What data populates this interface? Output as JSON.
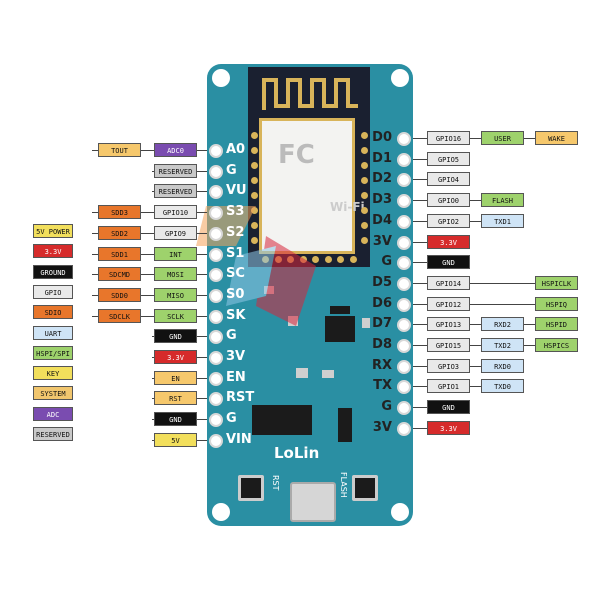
{
  "colors": {
    "board": "#2a8fa3",
    "gpio": "#e9e9e9",
    "reserved": "#c9c9c9",
    "power": "#d62b2b",
    "ground": "#111111",
    "control": "#f6c86c",
    "adc": "#7a4cb0",
    "uart": "#cfe4f6",
    "hspi": "#9ed26c",
    "sdio": "#e8762b",
    "key": "#f2df5c",
    "system": "#f1c66e"
  },
  "board": {
    "brand": "LoLin",
    "rst_button": "RST",
    "flash_button": "FLASH"
  },
  "left_pins": [
    {
      "name": "A0",
      "labels": [
        {
          "text": "ADC0",
          "type": "adc"
        },
        {
          "text": "TOUT",
          "type": "control"
        }
      ]
    },
    {
      "name": "G",
      "labels": [
        {
          "text": "RESERVED",
          "type": "reserved"
        }
      ]
    },
    {
      "name": "VU",
      "labels": [
        {
          "text": "RESERVED",
          "type": "reserved"
        }
      ]
    },
    {
      "name": "S3",
      "labels": [
        {
          "text": "GPIO10",
          "type": "gpio"
        },
        {
          "text": "SDD3",
          "type": "sdio"
        }
      ]
    },
    {
      "name": "S2",
      "labels": [
        {
          "text": "GPIO9",
          "type": "gpio"
        },
        {
          "text": "SDD2",
          "type": "sdio"
        }
      ]
    },
    {
      "name": "S1",
      "labels": [
        {
          "text": "INT",
          "type": "hspi"
        },
        {
          "text": "SDD1",
          "type": "sdio"
        }
      ]
    },
    {
      "name": "SC",
      "labels": [
        {
          "text": "MOSI",
          "type": "hspi"
        },
        {
          "text": "SDCMD",
          "type": "sdio"
        }
      ]
    },
    {
      "name": "S0",
      "labels": [
        {
          "text": "MISO",
          "type": "hspi"
        },
        {
          "text": "SDD0",
          "type": "sdio"
        }
      ]
    },
    {
      "name": "SK",
      "labels": [
        {
          "text": "SCLK",
          "type": "hspi"
        },
        {
          "text": "SDCLK",
          "type": "sdio"
        }
      ]
    },
    {
      "name": "G",
      "labels": [
        {
          "text": "GND",
          "type": "ground"
        }
      ]
    },
    {
      "name": "3V",
      "labels": [
        {
          "text": "3.3V",
          "type": "power"
        }
      ]
    },
    {
      "name": "EN",
      "labels": [
        {
          "text": "EN",
          "type": "control"
        }
      ]
    },
    {
      "name": "RST",
      "labels": [
        {
          "text": "RST",
          "type": "control"
        }
      ]
    },
    {
      "name": "G",
      "labels": [
        {
          "text": "GND",
          "type": "ground"
        }
      ]
    },
    {
      "name": "VIN",
      "labels": [
        {
          "text": "5V",
          "type": "key"
        }
      ]
    }
  ],
  "right_pins": [
    {
      "name": "D0",
      "labels": [
        {
          "text": "GPIO16",
          "type": "gpio"
        },
        {
          "text": "USER",
          "type": "hspi"
        },
        {
          "text": "WAKE",
          "type": "control"
        }
      ]
    },
    {
      "name": "D1",
      "labels": [
        {
          "text": "GPIO5",
          "type": "gpio"
        }
      ]
    },
    {
      "name": "D2",
      "labels": [
        {
          "text": "GPIO4",
          "type": "gpio"
        }
      ]
    },
    {
      "name": "D3",
      "labels": [
        {
          "text": "GPIO0",
          "type": "gpio"
        },
        {
          "text": "FLASH",
          "type": "hspi"
        }
      ]
    },
    {
      "name": "D4",
      "labels": [
        {
          "text": "GPIO2",
          "type": "gpio"
        },
        {
          "text": "TXD1",
          "type": "uart"
        }
      ]
    },
    {
      "name": "3V",
      "labels": [
        {
          "text": "3.3V",
          "type": "power"
        }
      ]
    },
    {
      "name": "G",
      "labels": [
        {
          "text": "GND",
          "type": "ground"
        }
      ]
    },
    {
      "name": "D5",
      "labels": [
        {
          "text": "GPIO14",
          "type": "gpio"
        },
        {
          "text": "HSPICLK",
          "type": "hspi",
          "skip": 1
        }
      ]
    },
    {
      "name": "D6",
      "labels": [
        {
          "text": "GPIO12",
          "type": "gpio"
        },
        {
          "text": "HSPIQ",
          "type": "hspi",
          "skip": 1
        }
      ]
    },
    {
      "name": "D7",
      "labels": [
        {
          "text": "GPIO13",
          "type": "gpio"
        },
        {
          "text": "RXD2",
          "type": "uart"
        },
        {
          "text": "HSPID",
          "type": "hspi"
        }
      ]
    },
    {
      "name": "D8",
      "labels": [
        {
          "text": "GPIO15",
          "type": "gpio"
        },
        {
          "text": "TXD2",
          "type": "uart"
        },
        {
          "text": "HSPICS",
          "type": "hspi"
        }
      ]
    },
    {
      "name": "RX",
      "labels": [
        {
          "text": "GPIO3",
          "type": "gpio"
        },
        {
          "text": "RXD0",
          "type": "uart"
        }
      ]
    },
    {
      "name": "TX",
      "labels": [
        {
          "text": "GPIO1",
          "type": "gpio"
        },
        {
          "text": "TXD0",
          "type": "uart"
        }
      ]
    },
    {
      "name": "G",
      "labels": [
        {
          "text": "GND",
          "type": "ground"
        }
      ]
    },
    {
      "name": "3V",
      "labels": [
        {
          "text": "3.3V",
          "type": "power"
        }
      ]
    }
  ],
  "legend": [
    {
      "text": "5V POWER",
      "type": "key"
    },
    {
      "text": "3.3V",
      "type": "power"
    },
    {
      "text": "GROUND",
      "type": "ground"
    },
    {
      "text": "GPIO",
      "type": "gpio"
    },
    {
      "text": "SDIO",
      "type": "sdio"
    },
    {
      "text": "UART",
      "type": "uart"
    },
    {
      "text": "HSPI/SPI",
      "type": "hspi"
    },
    {
      "text": "KEY",
      "type": "key"
    },
    {
      "text": "SYSTEM",
      "type": "system"
    },
    {
      "text": "ADC",
      "type": "adc"
    },
    {
      "text": "RESERVED",
      "type": "reserved"
    }
  ]
}
